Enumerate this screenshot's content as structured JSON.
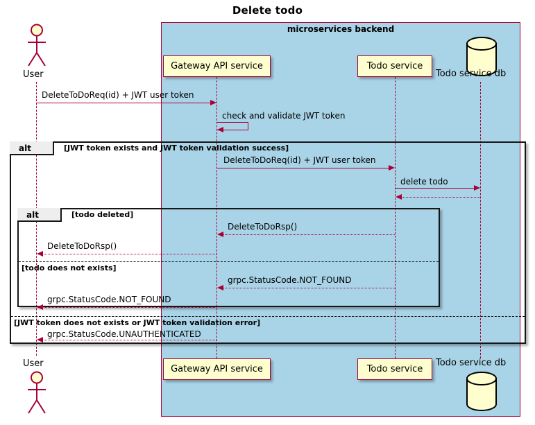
{
  "diagram": {
    "title": "Delete todo",
    "type": "sequence-diagram",
    "group_label": "microservices backend",
    "colors": {
      "group_fill": "#A9D3E6",
      "participant_fill": "#FEFECE",
      "accent": "#A80036",
      "frame_border": "#161616",
      "frame_tab_fill": "#EEEEEE"
    }
  },
  "participants": [
    {
      "id": "user",
      "label": "User",
      "kind": "actor"
    },
    {
      "id": "gateway",
      "label": "Gateway API service",
      "kind": "participant"
    },
    {
      "id": "todo",
      "label": "Todo service",
      "kind": "participant"
    },
    {
      "id": "db",
      "label": "Todo service db",
      "kind": "database"
    }
  ],
  "messages": [
    {
      "id": "m1",
      "text": "DeleteToDoReq(id) + JWT user token",
      "from": "user",
      "to": "gateway",
      "style": "solid"
    },
    {
      "id": "m2",
      "text": "check and validate JWT token",
      "from": "gateway",
      "to": "gateway",
      "style": "solid"
    },
    {
      "id": "m3",
      "text": "DeleteToDoReq(id) + JWT user token",
      "from": "gateway",
      "to": "todo",
      "style": "solid"
    },
    {
      "id": "m4",
      "text": "delete todo",
      "from": "todo",
      "to": "db",
      "style": "solid"
    },
    {
      "id": "m5",
      "text": "",
      "from": "db",
      "to": "todo",
      "style": "dotted"
    },
    {
      "id": "m6",
      "text": "DeleteToDoRsp()",
      "from": "todo",
      "to": "gateway",
      "style": "dotted"
    },
    {
      "id": "m7",
      "text": "DeleteToDoRsp()",
      "from": "gateway",
      "to": "user",
      "style": "dotted"
    },
    {
      "id": "m8",
      "text": "grpc.StatusCode.NOT_FOUND",
      "from": "todo",
      "to": "gateway",
      "style": "dotted"
    },
    {
      "id": "m9",
      "text": "grpc.StatusCode.NOT_FOUND",
      "from": "gateway",
      "to": "user",
      "style": "dotted"
    },
    {
      "id": "m10",
      "text": "grpc.StatusCode.UNAUTHENTICATED",
      "from": "gateway",
      "to": "user",
      "style": "dotted"
    }
  ],
  "frames": {
    "outer": {
      "keyword": "alt",
      "condition": "[JWT token exists and JWT token validation success]",
      "else_condition": "[JWT token does not exists or JWT token validation error]"
    },
    "inner": {
      "keyword": "alt",
      "condition": "[todo deleted]",
      "else_condition": "[todo does not exists]"
    }
  }
}
